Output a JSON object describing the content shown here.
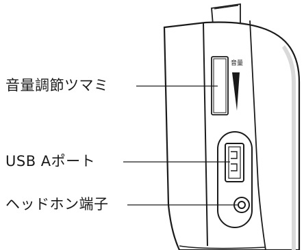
{
  "labels": {
    "volume_knob": "音量調節ツマミ",
    "usb_port": "USB Aポート",
    "headphone_jack": "ヘッドホン端子"
  },
  "device": {
    "volume_marking": "音量"
  },
  "colors": {
    "outline": "#1a1a1a",
    "body_fill": "#ffffff",
    "shading": "#d9d9d9"
  }
}
